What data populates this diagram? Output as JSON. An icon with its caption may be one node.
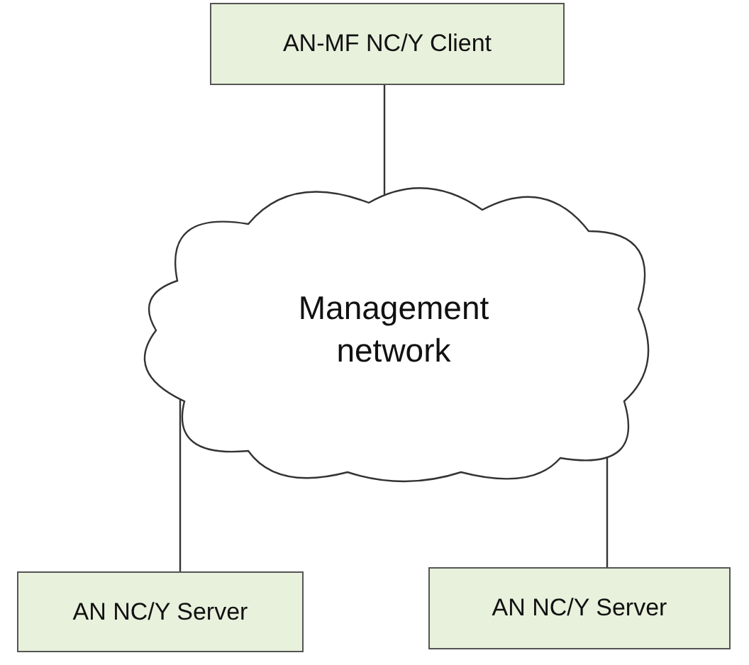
{
  "diagram": {
    "nodes": [
      {
        "text": [
          "AN-MF NC/Y Client"
        ]
      },
      {
        "text": [
          "Management network"
        ]
      },
      {
        "text": [
          "AN NC/Y Server"
        ]
      },
      {
        "text": [
          "AN NC/Y Server"
        ]
      }
    ],
    "edges": [
      {
        "from": 0,
        "to": 1,
        "arrow": "none"
      },
      {
        "from": 1,
        "to": 2,
        "arrow": "none"
      },
      {
        "from": 1,
        "to": 3,
        "arrow": "none"
      }
    ]
  }
}
